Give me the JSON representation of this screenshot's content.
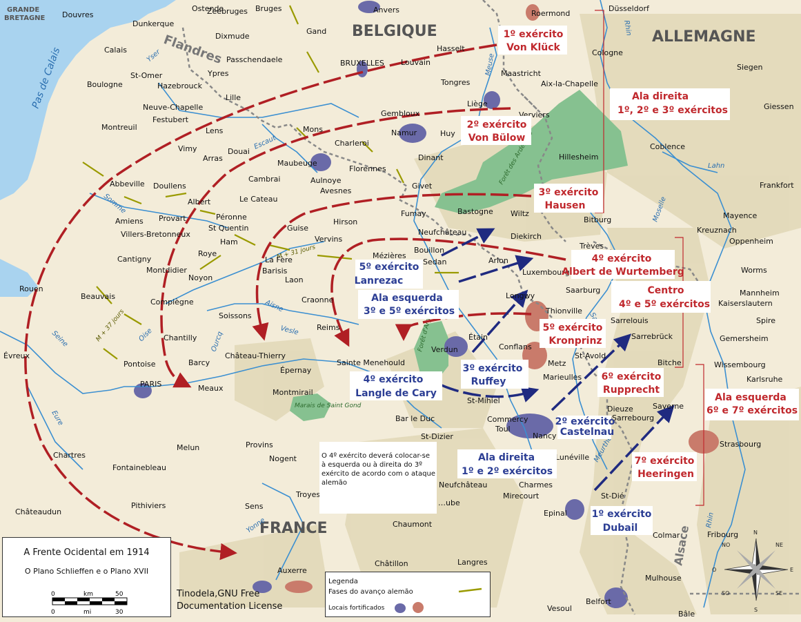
{
  "countries": {
    "belgium": "BELGIQUE",
    "germany": "ALLEMAGNE",
    "france": "FRANCE"
  },
  "corner_label": [
    "GRANDE",
    "BRETAGNE"
  ],
  "regions": {
    "flanders": "Flandres",
    "alsace": "Alsace"
  },
  "sea": "Pas de Calais",
  "rivers": {
    "yser": "Yser",
    "escaut": "Escaut",
    "meuse": "Meuse",
    "rhin": "Rhin",
    "lahn": "Lahn",
    "moselle": "Moselle",
    "somme": "Somme",
    "oise": "Oise",
    "aisne": "Aisne",
    "vesle": "Vesle",
    "ourcq": "Ourcq",
    "seine": "Seine",
    "eure": "Eure",
    "yonne": "Yonne",
    "sarre": "Sarre",
    "rhin_south": "Rhin",
    "meurthe": "Meurthe"
  },
  "cities": {
    "ostende": "Ostende",
    "zeebruges": "Zeebruges",
    "bruges": "Bruges",
    "anvers": "Anvers",
    "roermond": "Roermond",
    "dusseldorf": "Düsseldorf",
    "dunkerque": "Dunkerque",
    "dixmude": "Dixmude",
    "gand": "Gand",
    "douvres": "Douvres",
    "calais": "Calais",
    "hasselt": "Hasselt",
    "cologne": "Cologne",
    "passchendaele": "Passchendaele",
    "ypres": "Ypres",
    "bruxelles": "BRUXELLES",
    "louvain": "Louvain",
    "maastricht": "Maastricht",
    "siegen": "Siegen",
    "st_omer": "St-Omer",
    "boulogne": "Boulogne",
    "hazebrouck": "Hazebrouck",
    "tongres": "Tongres",
    "aix": "Aix-la-Chapelle",
    "lille": "Lille",
    "liege": "Liège",
    "verviers": "Verviers",
    "giessen": "Giessen",
    "neuve_chapelle": "Neuve-Chapelle",
    "festubert": "Festubert",
    "montreuil": "Montreuil",
    "gembloux": "Gembloux",
    "namur": "Namur",
    "lens": "Lens",
    "mons": "Mons",
    "huy": "Huy",
    "vimy": "Vimy",
    "douai": "Douai",
    "charleroi": "Charleroi",
    "arras": "Arras",
    "dinant": "Dinant",
    "hillesheim": "Hillesheim",
    "coblence": "Coblence",
    "maubeuge": "Maubeuge",
    "florennes": "Florennes",
    "abbeville": "Abbeville",
    "doullens": "Doullens",
    "cambrai": "Cambrai",
    "aulnoye": "Aulnoye",
    "avesnes": "Avesnes",
    "givet": "Givet",
    "frankfort": "Frankfort",
    "albert": "Albert",
    "le_cateau": "Le Cateau",
    "bastogne": "Bastogne",
    "wiltz": "Wiltz",
    "peronne": "Péronne",
    "fumay": "Fumay",
    "bitburg": "Bitburg",
    "mayence": "Mayence",
    "amiens": "Amiens",
    "provart": "Provart",
    "st_quentin": "St Quentin",
    "guise": "Guise",
    "hirson": "Hirson",
    "neufchateau_b": "Neufchâteau",
    "villers": "Villers-Bretonneux",
    "kreuznach": "Kreuznach",
    "ham": "Ham",
    "vervins": "Vervins",
    "diekirch": "Diekirch",
    "treves": "Trèves",
    "oppenheim": "Oppenheim",
    "mezieres": "Mézières",
    "bouillon": "Bouillon",
    "cantigny": "Cantigny",
    "roye": "Roye",
    "sedan": "Sedan",
    "arlon": "Arlon",
    "luxembourg": "Luxembourg",
    "montdidier": "Montdidier",
    "la_fere": "La Fère",
    "barisis": "Barisis",
    "worms": "Worms",
    "rouen": "Rouen",
    "noyon": "Noyon",
    "laon": "Laon",
    "longwy": "Longwy",
    "saarburg": "Saarburg",
    "mannheim": "Mannheim",
    "beauvais": "Beauvais",
    "compiegne": "Compiègne",
    "craonne": "Craonne",
    "kaiserslautern": "Kaiserslautern",
    "thionville": "Thionville",
    "soissons": "Soissons",
    "reims": "Reims",
    "sarrelouis": "Sarrelouis",
    "spire": "Spire",
    "etain": "Étain",
    "chantilly": "Chantilly",
    "conflans": "Conflans",
    "sarrebruck": "Sarrebrück",
    "gemersheim": "Gemersheim",
    "verdun": "Verdun",
    "evreux": "Évreux",
    "chateau_thierry": "Château-Thierry",
    "sainte_menehould": "Sainte Menehould",
    "st_avold": "St-Avold",
    "metz": "Metz",
    "pontoise": "Pontoise",
    "barcy": "Barcy",
    "bitche": "Bitche",
    "wissembourg": "Wissembourg",
    "epernay": "Épernay",
    "marieulles": "Marieulles",
    "karlsruhe": "Karlsruhe",
    "paris": "PARIS",
    "meaux": "Meaux",
    "montmirail": "Montmirail",
    "st_mihiel": "St-Mihiel",
    "dieuze": "Dieuze",
    "saverne": "Saverne",
    "sarrebourg": "Sarrebourg",
    "bar_le_duc": "Bar le Duc",
    "commercy": "Commercy",
    "toul": "Toul",
    "nancy": "Nancy",
    "st_dizier": "St-Dizier",
    "melun": "Melun",
    "provins": "Provins",
    "strasbourg": "Strasbourg",
    "chartres": "Chartres",
    "nogent": "Nogent",
    "luneville": "Lunéville",
    "fontainebleau": "Fontainebleau",
    "charmes": "Charmes",
    "neufchateau_f": "Neufchâteau",
    "mirecourt": "Mirecourt",
    "st_die": "St-Dié",
    "pithiviers": "Pithiviers",
    "troyes": "Troyes",
    "sens": "Sens",
    "joinville": "…ube",
    "epinal": "Epinal",
    "chateaudun": "Châteaudun",
    "chaumont": "Chaumont",
    "colmar": "Colmar",
    "fribourg": "Fribourg",
    "langres": "Langres",
    "chatillon": "Châtillon",
    "auxerre": "Auxerre",
    "mulhouse": "Mulhouse",
    "belfort": "Belfort",
    "vesoul": "Vesoul",
    "bale": "Bâle"
  },
  "forests": {
    "ardennes": "Forêt des Ardennes",
    "argonne": "Forêt d'Argonne",
    "marais": "Marais de Saint Gond"
  },
  "phases": {
    "m31": "M + 31 jours",
    "m37": "M + 37 jours"
  },
  "german_armies": {
    "a1": {
      "line1": "1º exército",
      "line2": "Von Klück"
    },
    "a2": {
      "line1": "2º exército",
      "line2": "Von Bülow"
    },
    "a3": {
      "line1": "3º exército",
      "line2": "Hausen"
    },
    "a4": {
      "line1": "4º exército",
      "line2": "Albert de Wurtemberg"
    },
    "a5": {
      "line1": "5º exército",
      "line2": "Kronprinz"
    },
    "a6": {
      "line1": "6º exército",
      "line2": "Rupprecht"
    },
    "a7": {
      "line1": "7º exército",
      "line2": "Heeringen"
    }
  },
  "german_wings": {
    "right": {
      "line1": "Ala direita",
      "line2": "1º, 2º e 3º exércitos"
    },
    "center": {
      "line1": "Centro",
      "line2": "4º e 5º exércitos"
    },
    "left": {
      "line1": "Ala esquerda",
      "line2": "6º e 7º exércitos"
    }
  },
  "french_armies": {
    "a1": {
      "line1": "1º exército",
      "line2": "Dubail"
    },
    "a2": {
      "line1": "2º exército",
      "line2": "Castelnau"
    },
    "a3": {
      "line1": "3º exército",
      "line2": "Ruffey"
    },
    "a4": {
      "line1": "4º exército",
      "line2": "Langle de Cary"
    },
    "a5": {
      "line1": "5º exército",
      "line2": "Lanrezac"
    }
  },
  "french_wings": {
    "left": {
      "line1": "Ala esquerda",
      "line2": "3º e 5º exércitos"
    },
    "right": {
      "line1": "Ala direita",
      "line2": "1º e 2º exércitos"
    }
  },
  "note": "O 4º exército deverá colocar-se à esquerda ou à direita do 3º exército de acordo com o ataque alemão",
  "title": {
    "line1": "A Frente Ocidental em 1914",
    "line2": "O Plano Schlieffen e o Plano XVII"
  },
  "scale": {
    "km_unit": "km",
    "km_zero": "0",
    "km_max": "50",
    "mi_unit": "mi",
    "mi_zero": "0",
    "mi_max": "30"
  },
  "credit": {
    "line1": "Tinodela,GNU Free",
    "line2": "Documentation License"
  },
  "legend": {
    "title": "Legenda",
    "phases": "Fases do avanço alemão",
    "forts": "Locais fortificados"
  },
  "compass": {
    "n": "N",
    "s": "S",
    "e": "E",
    "o": "O",
    "ne": "NE",
    "no": "NO",
    "se": "SE",
    "so": "SO"
  },
  "colors": {
    "german": "#b01f24",
    "french": "#1f2a80",
    "sea": "#a9d3ef",
    "forest": "#86c190",
    "terrain": "#e2d9b8",
    "fort_fr": "#6a6aa8",
    "fort_de": "#c97b6b",
    "phase_line": "#9a9a00"
  }
}
